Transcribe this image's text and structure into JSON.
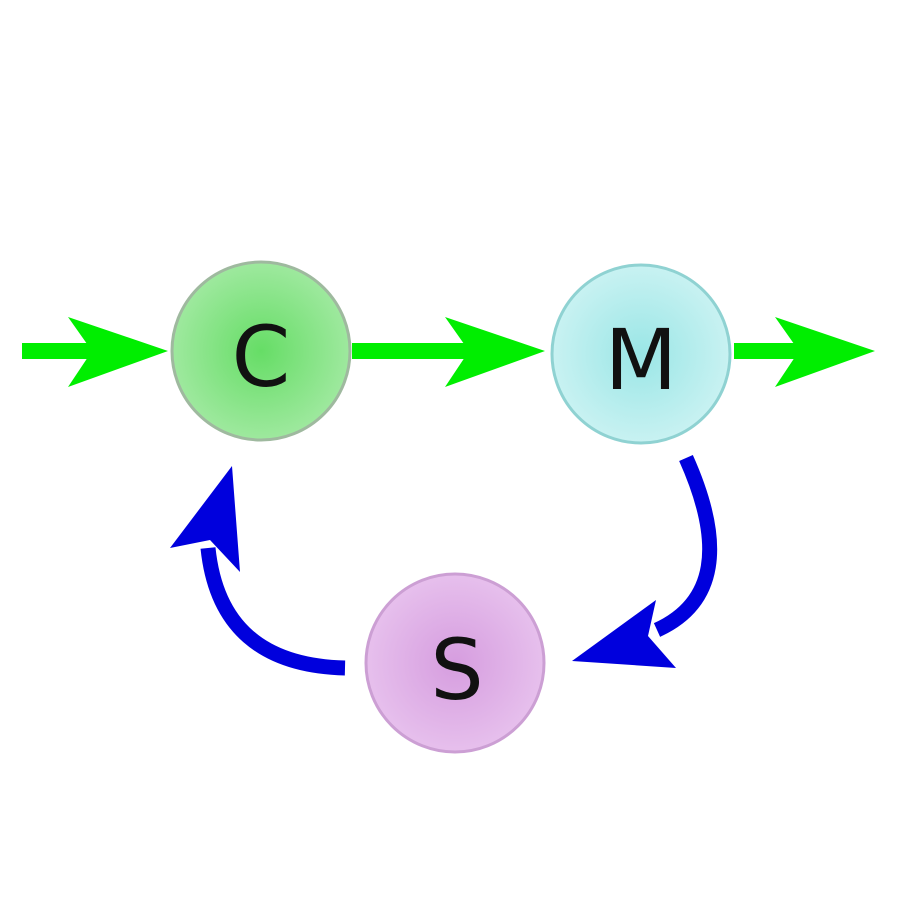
{
  "diagram": {
    "nodes": [
      {
        "id": "c",
        "label": "C",
        "fill_center": "#66dd66",
        "fill_edge": "#a4eaa4",
        "stroke": "#9fb99f"
      },
      {
        "id": "m",
        "label": "M",
        "fill_center": "#9ae6e6",
        "fill_edge": "#cdf3f3",
        "stroke": "#8fd2d2"
      },
      {
        "id": "s",
        "label": "S",
        "fill_center": "#d69ddf",
        "fill_edge": "#e8c3ee",
        "stroke": "#cc9fd4"
      }
    ],
    "edges": [
      {
        "from": "input",
        "to": "c",
        "color": "#00ee00"
      },
      {
        "from": "c",
        "to": "m",
        "color": "#00ee00"
      },
      {
        "from": "m",
        "to": "output",
        "color": "#00ee00"
      },
      {
        "from": "m",
        "to": "s",
        "color": "#0000dd"
      },
      {
        "from": "s",
        "to": "c",
        "color": "#0000dd"
      }
    ]
  }
}
